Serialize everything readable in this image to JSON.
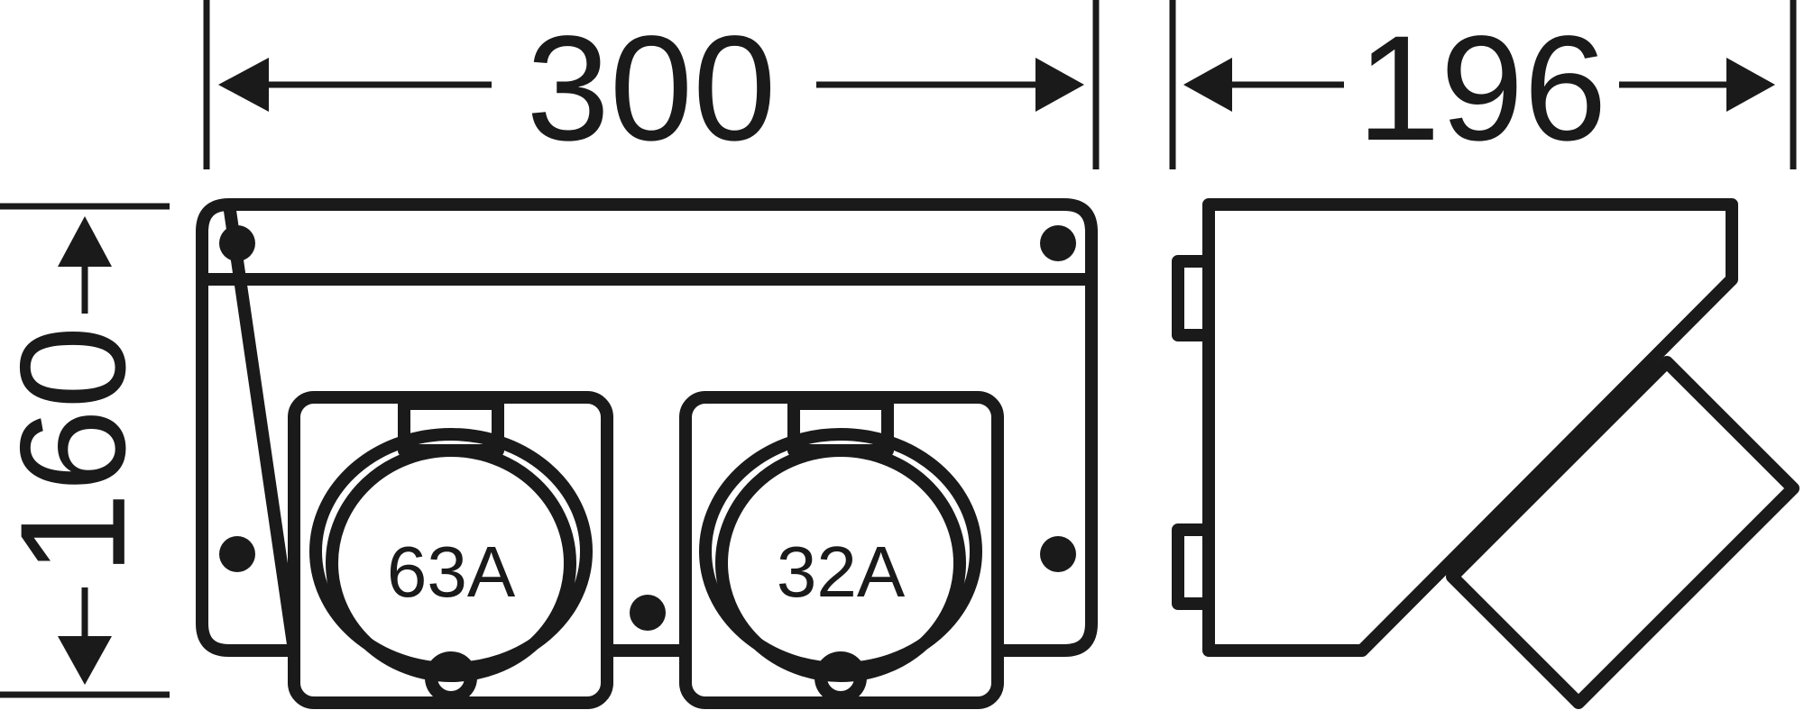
{
  "dimensions": {
    "width": "300",
    "depth": "196",
    "height": "160"
  },
  "sockets": [
    {
      "rating": "63A"
    },
    {
      "rating": "32A"
    }
  ],
  "colors": {
    "line": "#1a1a1a",
    "background": "#ffffff"
  }
}
